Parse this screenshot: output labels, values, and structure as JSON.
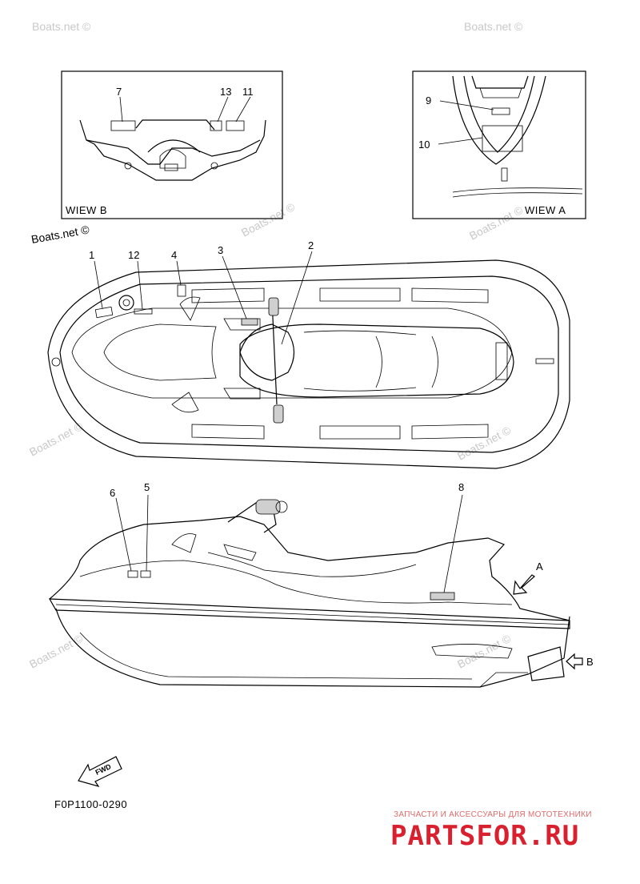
{
  "watermark": "Boats.net ©",
  "views": {
    "view_b": {
      "caption": "WIEW B",
      "callouts": [
        "7",
        "13",
        "11"
      ]
    },
    "view_a": {
      "caption": "WIEW A",
      "callouts": [
        "9",
        "10"
      ]
    }
  },
  "top_view": {
    "callouts": [
      "1",
      "12",
      "4",
      "3",
      "2"
    ]
  },
  "side_view": {
    "callouts": [
      "6",
      "5",
      "8"
    ],
    "arrow_a": "A",
    "arrow_b": "B"
  },
  "fwd_label": "FWD",
  "figure_code": "F0P1100-0290",
  "logo": {
    "tagline": "ЗАПЧАСТИ И АКСЕССУАРЫ ДЛЯ МОТОТЕХНИКИ",
    "name": "PARTSFOR.RU"
  }
}
